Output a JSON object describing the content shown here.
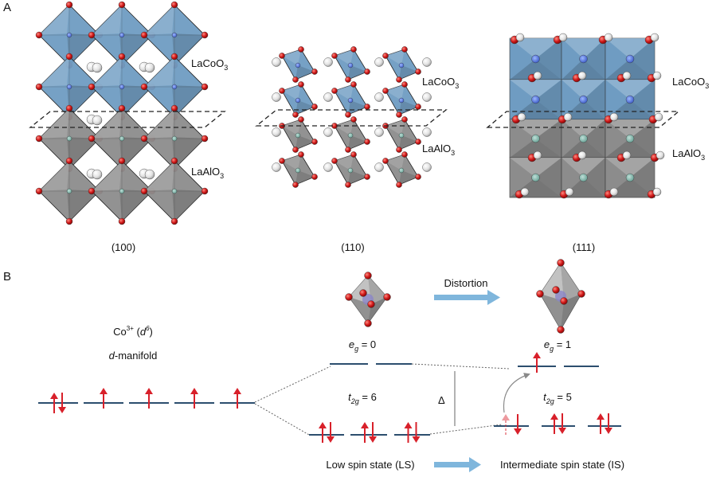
{
  "panel_a": {
    "label": "A",
    "structures": [
      {
        "facet": "(100)",
        "top_material": "LaCoO",
        "top_sub": "3",
        "bottom_material": "LaAlO",
        "bottom_sub": "3"
      },
      {
        "facet": "(110)",
        "top_material": "LaCoO",
        "top_sub": "3",
        "bottom_material": "LaAlO",
        "bottom_sub": "3"
      },
      {
        "facet": "(111)",
        "top_material": "LaCoO",
        "top_sub": "3",
        "bottom_material": "LaAlO",
        "bottom_sub": "3"
      }
    ]
  },
  "panel_b": {
    "label": "B",
    "ion": {
      "base": "Co",
      "charge": "3+",
      "open": " (",
      "config_letter": "d",
      "config_sup": "6",
      "close": ")"
    },
    "manifold": {
      "italic": "d",
      "rest": "-manifold"
    },
    "distortion": "Distortion",
    "ls": {
      "eg": {
        "main": "e",
        "sub": "g",
        "value": " = 0"
      },
      "t2g": {
        "main": "t",
        "sub": "2g",
        "value": " = 6"
      },
      "caption": "Low spin state (LS)"
    },
    "is": {
      "eg": {
        "main": "e",
        "sub": "g",
        "value": " = 1"
      },
      "t2g": {
        "main": "t",
        "sub": "2g",
        "value": " = 5"
      },
      "caption": "Intermediate spin state (IS)"
    },
    "delta": "Δ"
  },
  "colors": {
    "co_octahedron": "#6f9cc2",
    "al_octahedron": "#8c8c8c",
    "oxygen": "#d01818",
    "lanthanum": "#e2e2e2",
    "arrow_blue": "#7fb6dc",
    "spin_red": "#d8202a",
    "level_line": "#2c4e6e"
  }
}
